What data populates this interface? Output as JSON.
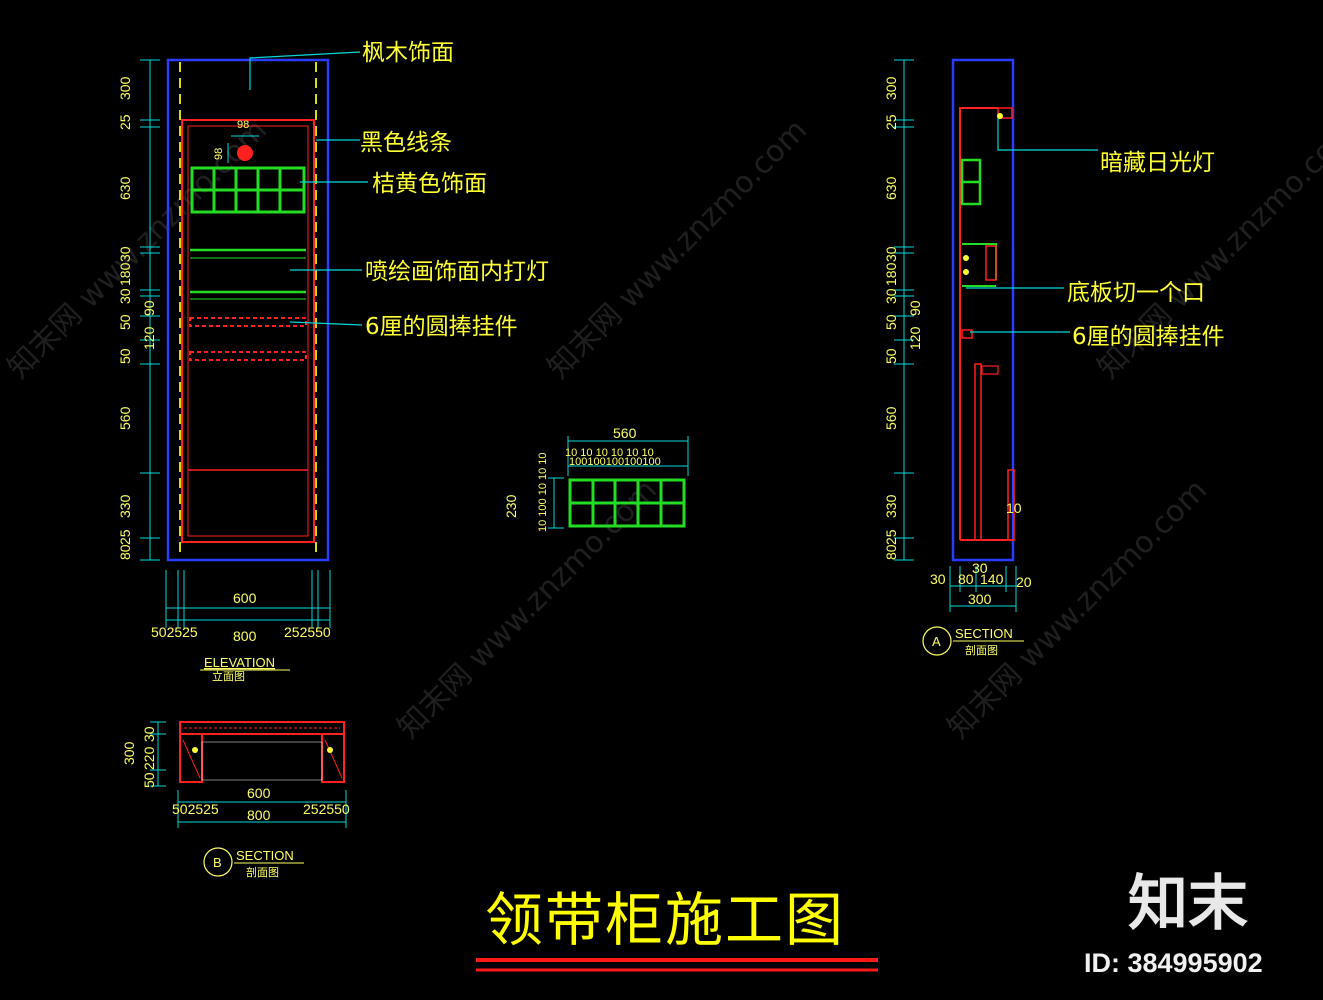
{
  "title": "领带柜施工图",
  "brand": {
    "logo": "知末",
    "id_text": "ID: 384995902",
    "watermark": "知末网 www.znzmo.com"
  },
  "colors": {
    "frame_blue": "#2a3cff",
    "red": "#ff2020",
    "green": "#22dd22",
    "cyan": "#00d8d8",
    "yellow": "#ffff33"
  },
  "elevation": {
    "label": "ELEVATION",
    "label_cn": "立面图",
    "vdims": [
      "300",
      "25",
      "630",
      "30",
      "180",
      "30",
      "90",
      "50",
      "120",
      "50",
      "560",
      "330",
      "25",
      "80"
    ],
    "hdims": {
      "inner": "600",
      "outer": "800",
      "left": "502525",
      "right": "252550"
    },
    "knob": "98",
    "notes": [
      "枫木饰面",
      "黑色线条",
      "桔黄色饰面",
      "喷绘画饰面内打灯",
      "6厘的圆捧挂件"
    ]
  },
  "grid_detail": {
    "top": "560",
    "top_sub1": "10 10 10 10 10 10",
    "top_sub2": "100100100100100",
    "left": "230",
    "left_sub": "10 100 10 10 10"
  },
  "section_a": {
    "marker": "A",
    "label": "SECTION",
    "label_cn": "剖面图",
    "vdims": [
      "300",
      "25",
      "630",
      "30",
      "180",
      "30",
      "90",
      "50",
      "120",
      "50",
      "560",
      "330",
      "25",
      "80"
    ],
    "hdims": {
      "a": "30",
      "b": "80",
      "c": "140",
      "d": "20",
      "top": "30",
      "total": "300",
      "rod": "10"
    },
    "notes": [
      "暗藏日光灯",
      "底板切一个口",
      "6厘的圆捧挂件"
    ]
  },
  "section_b": {
    "marker": "B",
    "label": "SECTION",
    "label_cn": "剖面图",
    "vdims": {
      "total": "300",
      "a": "30",
      "b": "220",
      "c": "50"
    },
    "hdims": {
      "inner": "600",
      "outer": "800",
      "left": "502525",
      "right": "252550"
    }
  }
}
